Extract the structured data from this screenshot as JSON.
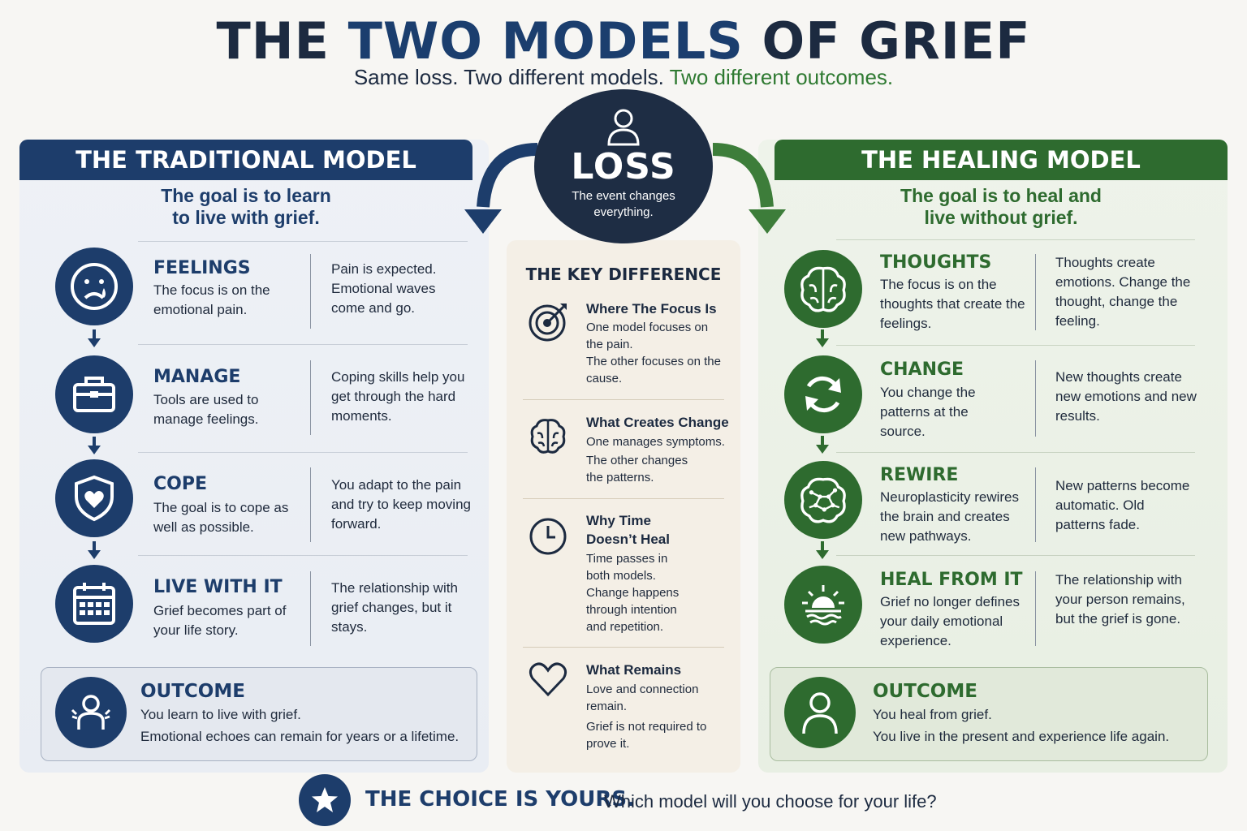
{
  "header": {
    "title_a": "THE ",
    "title_b": "TWO MODELS",
    "title_c": " OF GRIEF",
    "subtitle_a": "Same loss. Two different models. ",
    "subtitle_b": "Two different outcomes."
  },
  "loss": {
    "title": "LOSS",
    "subtitle": "The event changes everything.",
    "icon": "person-icon"
  },
  "traditional": {
    "header": "THE TRADITIONAL MODEL",
    "goal": "The goal is to learn to live with grief.",
    "color": "#1d3d6b",
    "steps": [
      {
        "title": "FEELINGS",
        "text": "The focus is on the emotional pain.",
        "side": "Pain is expected. Emotional waves come and go.",
        "icon": "sad-face-icon"
      },
      {
        "title": "MANAGE",
        "text": "Tools are used to manage feelings.",
        "side": "Coping skills help you get through the hard moments.",
        "icon": "toolbox-icon"
      },
      {
        "title": "COPE",
        "text": "The goal is to cope as well as possible.",
        "side": "You adapt to the pain and try to keep moving forward.",
        "icon": "shield-heart-icon"
      },
      {
        "title": "LIVE WITH IT",
        "text": "Grief becomes part of your life story.",
        "side": "The relationship with grief changes, but it stays.",
        "icon": "calendar-icon"
      }
    ],
    "outcome": {
      "title": "OUTCOME",
      "line1": "You learn to live with grief.",
      "line2": "Emotional echoes can remain for years or a lifetime.",
      "icon": "distressed-person-icon"
    }
  },
  "healing": {
    "header": "THE HEALING MODEL",
    "goal": "The goal is to heal and live without grief.",
    "color": "#2e6b2f",
    "steps": [
      {
        "title": "THOUGHTS",
        "text": "The focus is on the thoughts that create the feelings.",
        "side": "Thoughts create emotions. Change the thought, change the feeling.",
        "icon": "brain-icon"
      },
      {
        "title": "CHANGE",
        "text": "You change the patterns at the source.",
        "side": "New thoughts create new emotions and new results.",
        "icon": "refresh-icon"
      },
      {
        "title": "REWIRE",
        "text": "Neuroplasticity rewires the brain and creates new pathways.",
        "side": "New patterns become automatic. Old patterns fade.",
        "icon": "neural-brain-icon"
      },
      {
        "title": "HEAL FROM IT",
        "text": "Grief no longer defines your daily emotional experience.",
        "side": "The relationship with your person remains, but the grief is gone.",
        "icon": "sunrise-icon"
      }
    ],
    "outcome": {
      "title": "OUTCOME",
      "line1": "You heal from grief.",
      "line2": "You live in the present and experience life again.",
      "icon": "person-icon"
    }
  },
  "key_difference": {
    "title": "THE KEY DIFFERENCE",
    "items": [
      {
        "head": "Where The Focus Is",
        "text1": "One model focuses on the pain.",
        "text2": "The other focuses on the cause.",
        "icon": "target-icon"
      },
      {
        "head": "What Creates Change",
        "text1": "One manages symptoms.",
        "text2": "The other changes the patterns.",
        "icon": "brain-icon"
      },
      {
        "head": "Why Time Doesn’t Heal",
        "text1": "Time passes in both models.",
        "text2": "Change happens through intention and repetition.",
        "icon": "clock-icon"
      },
      {
        "head": "What Remains",
        "text1": "Love and connection remain.",
        "text2": "Grief is not required to prove it.",
        "icon": "heart-icon"
      }
    ]
  },
  "footer": {
    "bold": "THE CHOICE IS YOURS.",
    "question": "Which model will you choose for your life?",
    "icon": "star-icon"
  }
}
